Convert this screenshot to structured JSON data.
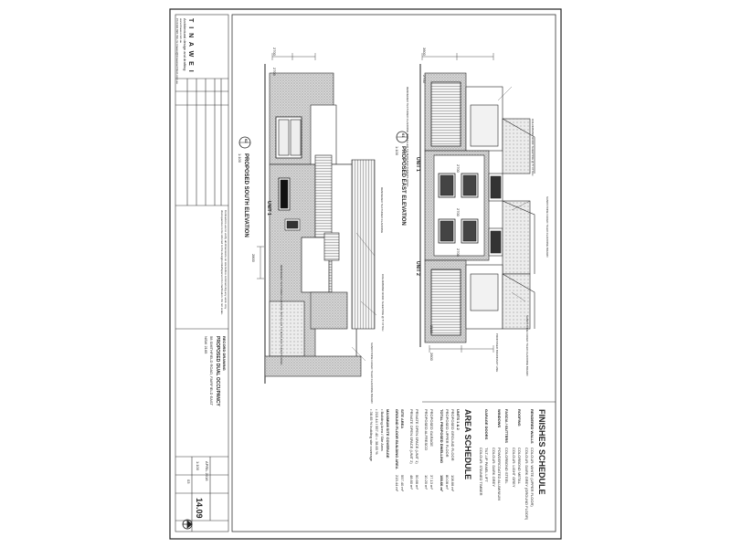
{
  "company": {
    "name": "T I N A   W E I",
    "tagline": "Architectural design and drafting",
    "line1": "www.tinawei.com.au",
    "contact": "Ph 0404 898 796 / E tinawei@tinaweiarchitect.com.au"
  },
  "notes": {
    "disclaimer_1": "Contractors are to verify all dimensions on site before commencing any work. Any",
    "disclaimer_2": "discrepancies to be referred to the designer/draftsperson for clarification. Do not scale."
  },
  "project": {
    "title": "PROPOSED DUAL OCCUPANCY",
    "label": "RECORD DRAWING",
    "address_1": "58 SMITHFIELD ROAD, FAIRFIELD EAST",
    "address_2": "NSW 2165"
  },
  "title_block": {
    "drawing_no": "14.09",
    "revision": "03",
    "scale": "1:100",
    "date": "APRIL 2016"
  },
  "elevation_south": {
    "number": "02",
    "title": "PROPOSED SOUTH ELEVATION",
    "scale": "1:100",
    "unit_label": "UNIT 1",
    "dim_top_1": "2700",
    "dim_top_2": "2700",
    "dim_mid": "2800",
    "note_roof": "COLORBOND ROOF SHEETING @ 5° PITCH",
    "note_cladding": "RENDERED TEXTURED CLADDING",
    "note_render": "RENDERED TEXTURED CLADDING INSTALLED TO MANUFACTURER'S SPEC.",
    "note_facing": "SANDSTONE FACED TILED CLADDING BOARD"
  },
  "elevation_east": {
    "number": "01",
    "title": "PROPOSED EAST ELEVATION",
    "scale": "1:100",
    "unit1_label": "UNIT 1",
    "unit2_label": "UNIT 2",
    "dim_top_1": "3600",
    "dim_top_2": "2700",
    "dim_a": "2700",
    "dim_b": "2700",
    "dim_c": "2700",
    "dim_bottom_1": "2600",
    "dim_bottom_2": "2100",
    "note_roof": "COLORBOND ROOF SHEETING @ 5° PITCH",
    "note_cladding": "RENDERED TEXTURED CLADDING INSTALLED TO MANUFACTURER'S SPEC.",
    "note_stone": "SANDSTONE FACED TILED CLADDING BOARD",
    "note_boundary": "PROPOSED BOUNDARY LINE"
  },
  "finishes": {
    "title": "FINISHES SCHEDULE",
    "rows": [
      {
        "item": "RENDERED WALLS",
        "value": "COLOUR: WHITE (UPPER FLOOR)"
      },
      {
        "item": "",
        "value": "COLOUR: DARK GREY (GROUND FLOOR)"
      },
      {
        "item": "ROOFING",
        "value": "COLORBOND METAL"
      },
      {
        "item": "",
        "value": "COLOUR: LIGHT GREY"
      },
      {
        "item": "FASCIA / GUTTERS",
        "value": "COLORBOND STEEL"
      },
      {
        "item": "WINDOWS",
        "value": "POWDERCOATED ALUMINIUM"
      },
      {
        "item": "",
        "value": "COLOUR: DARK GREY"
      },
      {
        "item": "GARAGE DOORS",
        "value": "TILT-UP PANEL LIFT"
      },
      {
        "item": "",
        "value": "COLOUR: STAINED TIMBER"
      }
    ]
  },
  "area": {
    "title": "AREA SCHEDULE",
    "unit_header": "UNITS 1 & 2",
    "rows": [
      {
        "label": "PROPOSED GROUND FLOOR",
        "value": "108.66 m²"
      },
      {
        "label": "PROPOSED UPPER FLOOR",
        "value": "80.06 m²"
      },
      {
        "label": "TOTAL PROPOSED DWELLING",
        "value": "188.66 m²"
      },
      {
        "label": "PROPOSED GARAGE",
        "value": "37.13 m²"
      },
      {
        "label": "PROPOSED ALFRESCO",
        "value": "10.20 m²"
      },
      {
        "label": "PRIVATE OPEN SPACE (UNIT 1)",
        "value": "50.66 m²"
      },
      {
        "label": "PRIVATE OPEN SPACE (UNIT 2)",
        "value": "48.60 m²"
      },
      {
        "label": "SITE AREA",
        "value": "557.40 m²"
      },
      {
        "label": "GROUND FLOOR BUILDING AREA",
        "value": "215.44 m²"
      }
    ],
    "notes_title": "MAXIMUM SITE COVERAGE",
    "notes": [
      "• Building Area / Site Area",
      "• 215.44 / 557.40 = 38.65 %",
      "• 38.65 % building site coverage"
    ]
  }
}
